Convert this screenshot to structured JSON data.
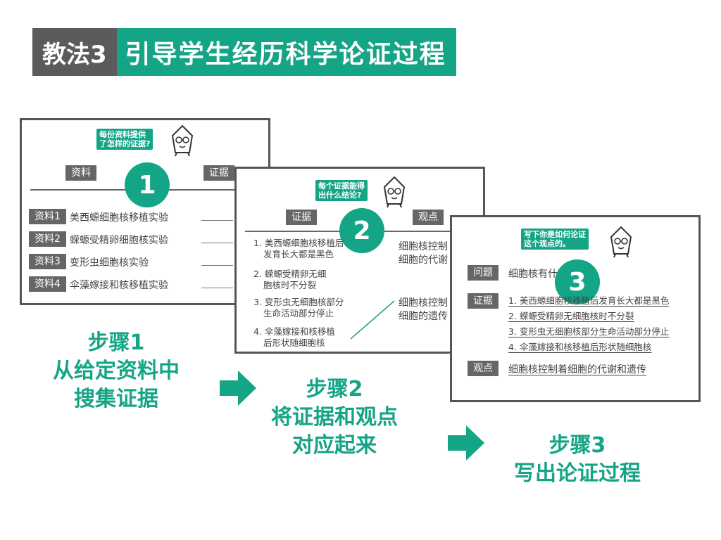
{
  "title": {
    "tag": "教法3",
    "main": "引导学生经历科学论证过程"
  },
  "card1": {
    "bubble": [
      "每份资料提供",
      "了怎样的证据?"
    ],
    "col_left": "资料",
    "col_right": "证据",
    "number": "1",
    "rows": [
      {
        "tag": "资料1",
        "text": "美西螈细胞核移植实验"
      },
      {
        "tag": "资料2",
        "text": "蝾螈受精卵细胞核实验"
      },
      {
        "tag": "资料3",
        "text": "变形虫细胞核实验"
      },
      {
        "tag": "资料4",
        "text": "伞藻嫁接和核移植实验"
      }
    ]
  },
  "card2": {
    "bubble": [
      "每个证据能得",
      "出什么结论?"
    ],
    "col_left": "证据",
    "col_right": "观点",
    "number": "2",
    "evidence": [
      [
        "1. 美西螈细胞核移植后",
        "发育长大都是黑色"
      ],
      [
        "2. 蝾螈受精卵无细",
        "胞核时不分裂"
      ],
      [
        "3. 变形虫无细胞核部分",
        "生命活动部分停止"
      ],
      [
        "4. 伞藻嫁接和核移植",
        "后形状随细胞核"
      ]
    ],
    "views": [
      [
        "细胞核控制",
        "细胞的代谢"
      ],
      [
        "细胞核控制",
        "细胞的遗传"
      ]
    ]
  },
  "card3": {
    "bubble": [
      "写下你是如何论证",
      "这个观点的。"
    ],
    "number": "3",
    "question_tag": "问题",
    "question_text": "细胞核有什么功能?",
    "evidence_tag": "证据",
    "evidence": [
      "1. 美西螈细胞核移植后发育长大都是黑色",
      "2. 蝾螈受精卵无细胞核时不分裂",
      "3. 变形虫无细胞核部分生命活动部分停止",
      "4. 伞藻嫁接和核移植后形状随细胞核"
    ],
    "view_tag": "观点",
    "view_text": "细胞核控制着细胞的代谢和遗传"
  },
  "steps": [
    {
      "lines": [
        "步骤1",
        "从给定资料中",
        "搜集证据"
      ]
    },
    {
      "lines": [
        "步骤2",
        "将证据和观点",
        "对应起来"
      ]
    },
    {
      "lines": [
        "步骤3",
        "写出论证过程"
      ]
    }
  ],
  "colors": {
    "accent": "#14a486",
    "dark": "#5b5b5b"
  },
  "icons": [
    "thinking-figure-icon",
    "arrow-right-icon"
  ]
}
